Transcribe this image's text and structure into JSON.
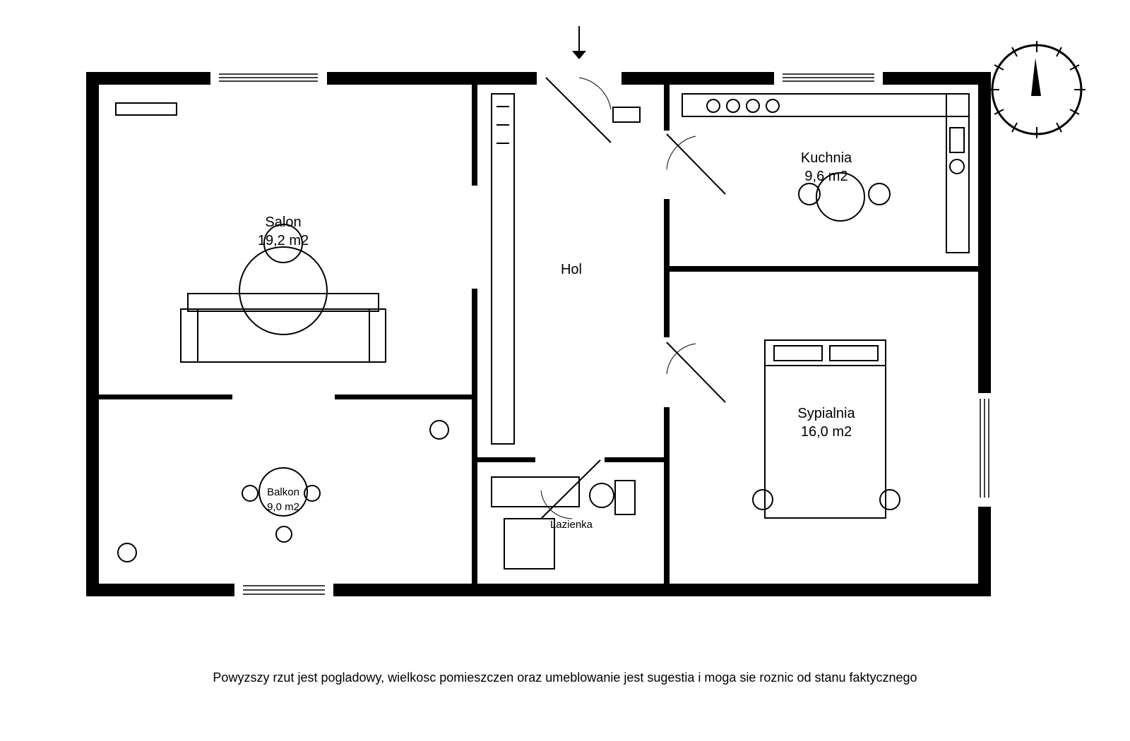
{
  "rooms": {
    "salon": {
      "name": "Salon",
      "area": "19,2 m2"
    },
    "hol": {
      "name": "Hol"
    },
    "kuchnia": {
      "name": "Kuchnia",
      "area": "9,6 m2"
    },
    "sypialnia": {
      "name": "Sypialnia",
      "area": "16,0 m2"
    },
    "balkon": {
      "name": "Balkon",
      "area": "9,0 m2"
    },
    "lazienka": {
      "name": "Lazienka"
    }
  },
  "compass": {
    "icon": "compass-north-icon"
  },
  "entrance": {
    "icon": "entrance-arrow-icon"
  },
  "disclaimer": "Powyzszy rzut jest pogladowy, wielkosc pomieszczen oraz umeblowanie jest sugestia i moga sie roznic od stanu faktycznego",
  "colors": {
    "wall": "#000000",
    "background": "#ffffff"
  }
}
